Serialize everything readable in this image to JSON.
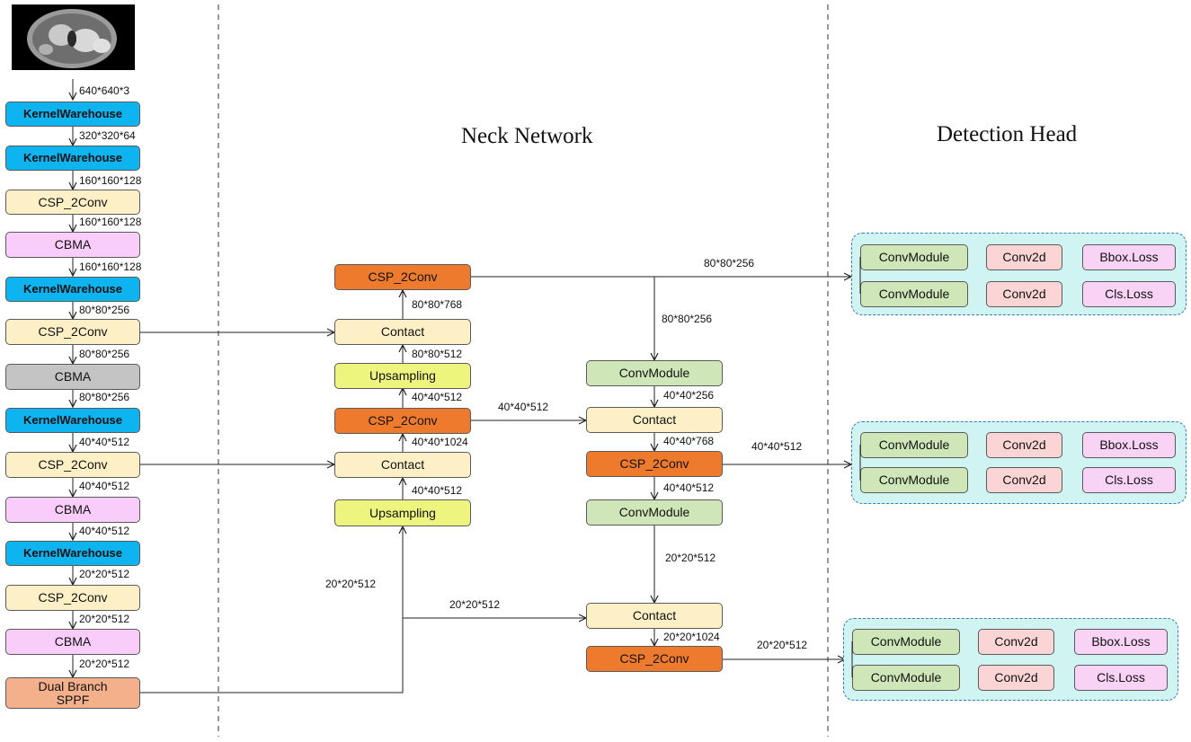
{
  "titles": {
    "neck": "Neck Network",
    "head": "Detection Head"
  },
  "backbone": {
    "blocks": [
      "KernelWarehouse",
      "KernelWarehouse",
      "CSP_2Conv",
      "CBMA",
      "KernelWarehouse",
      "CSP_2Conv",
      "CBMA",
      "KernelWarehouse",
      "CSP_2Conv",
      "CBMA",
      "KernelWarehouse",
      "CSP_2Conv",
      "CBMA"
    ],
    "sppf": [
      "Dual Branch",
      "SPPF"
    ],
    "dims": [
      "640*640*3",
      "320*320*64",
      "160*160*128",
      "160*160*128",
      "160*160*128",
      "80*80*256",
      "80*80*256",
      "80*80*256",
      "40*40*512",
      "40*40*512",
      "40*40*512",
      "20*20*512",
      "20*20*512",
      "20*20*512"
    ]
  },
  "neck": {
    "top_csp": "CSP_2Conv",
    "contact1": "Contact",
    "upsampling1": "Upsampling",
    "csp_mid": "CSP_2Conv",
    "contact2": "Contact",
    "upsampling2": "Upsampling",
    "convmodule1": "ConvModule",
    "contact3": "Contact",
    "csp_right": "CSP_2Conv",
    "convmodule2": "ConvModule",
    "contact4": "Contact",
    "csp_bottom": "CSP_2Conv",
    "dims": {
      "d1": "80*80*768",
      "d2": "80*80*512",
      "d3": "40*40*512",
      "d4": "40*40*1024",
      "d5": "40*40*512",
      "d6": "20*20*512",
      "d7": "20*20*512",
      "d8": "40*40*512",
      "d9": "80*80*256",
      "d10": "80*80*256",
      "d11": "40*40*256",
      "d12": "40*40*768",
      "d13": "40*40*512",
      "d14": "40*40*512",
      "d15": "20*20*512",
      "d16": "20*20*1024",
      "d17": "20*20*512"
    }
  },
  "head": {
    "conv": "ConvModule",
    "conv2d": "Conv2d",
    "bbox": "Bbox.Loss",
    "cls": "Cls.Loss"
  },
  "colors": {
    "kernelwarehouse": "#0eb4f0",
    "csp": "#fdf0c6",
    "cbma": "#f9cdf9",
    "cbma_gray": "#c4c4c4",
    "csp_orange": "#ee7b2d",
    "upsampling": "#eef57e",
    "convmodule": "#cfe6b9",
    "conv2d": "#fbd5d5",
    "loss": "#f9d3f6",
    "sppf": "#f3b08a",
    "panel": "#cff4f2"
  }
}
